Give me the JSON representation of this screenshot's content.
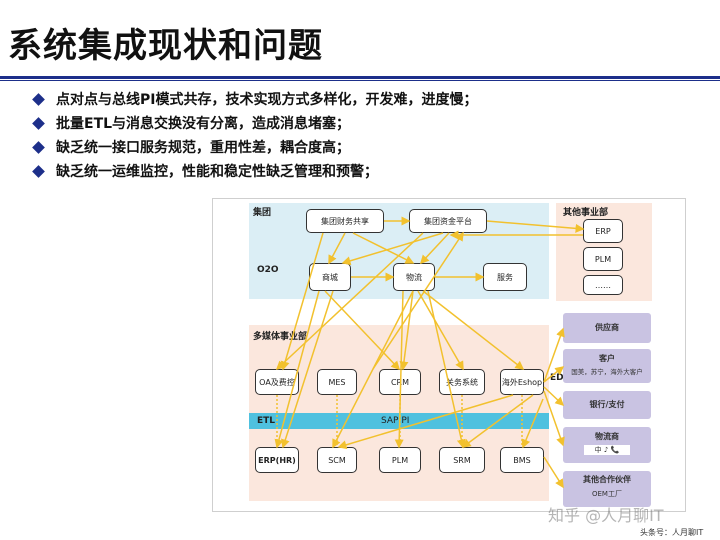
{
  "title": "系统集成现状和问题",
  "bullets": [
    "点对点与总线PI模式共存，技术实现方式多样化，开发难，进度慢；",
    "批量ETL与消息交换没有分离，造成消息堵塞；",
    "缺乏统一接口服务规范，重用性差，耦合度高；",
    "缺乏统一运维监控，性能和稳定性缺乏管理和预警；"
  ],
  "diagram": {
    "group_label": "集团",
    "o2o_label": "O2O",
    "group_boxes": [
      "集团财务共享",
      "集团资金平台"
    ],
    "o2o_boxes": [
      "商城",
      "物流",
      "服务"
    ],
    "other_div_label": "其他事业部",
    "other_div_boxes": [
      "ERP",
      "PLM",
      "……"
    ],
    "media_label": "多媒体事业部",
    "media_row1": [
      "OA及费控",
      "MES",
      "CRM",
      "关务系统",
      "海外Eshop"
    ],
    "etl_label": "ETL",
    "sap_label": "SAP PI",
    "media_row2": [
      "ERP(HR)",
      "SCM",
      "PLM",
      "SRM",
      "BMS"
    ],
    "edi_label": "EDI",
    "partners": {
      "supplier": "供应商",
      "customer": "客户",
      "customer_sub": "国美，苏宁，海外大客户",
      "bank": "银行/支付",
      "logistics": "物流商",
      "logistics_sub": "中 ♪ 📞",
      "others": "其他合作伙伴",
      "oem": "OEM工厂"
    }
  },
  "watermark": "知乎 @人月聊IT",
  "credit": "头条号：人月聊IT",
  "colors": {
    "title_rule": "#1d2f8a",
    "group_zone": "#dbeef5",
    "media_zone": "#fbe7dd",
    "partner_box": "#c9c3e2",
    "bus_bar": "#4fc1df",
    "arrow": "#f2c12e"
  }
}
